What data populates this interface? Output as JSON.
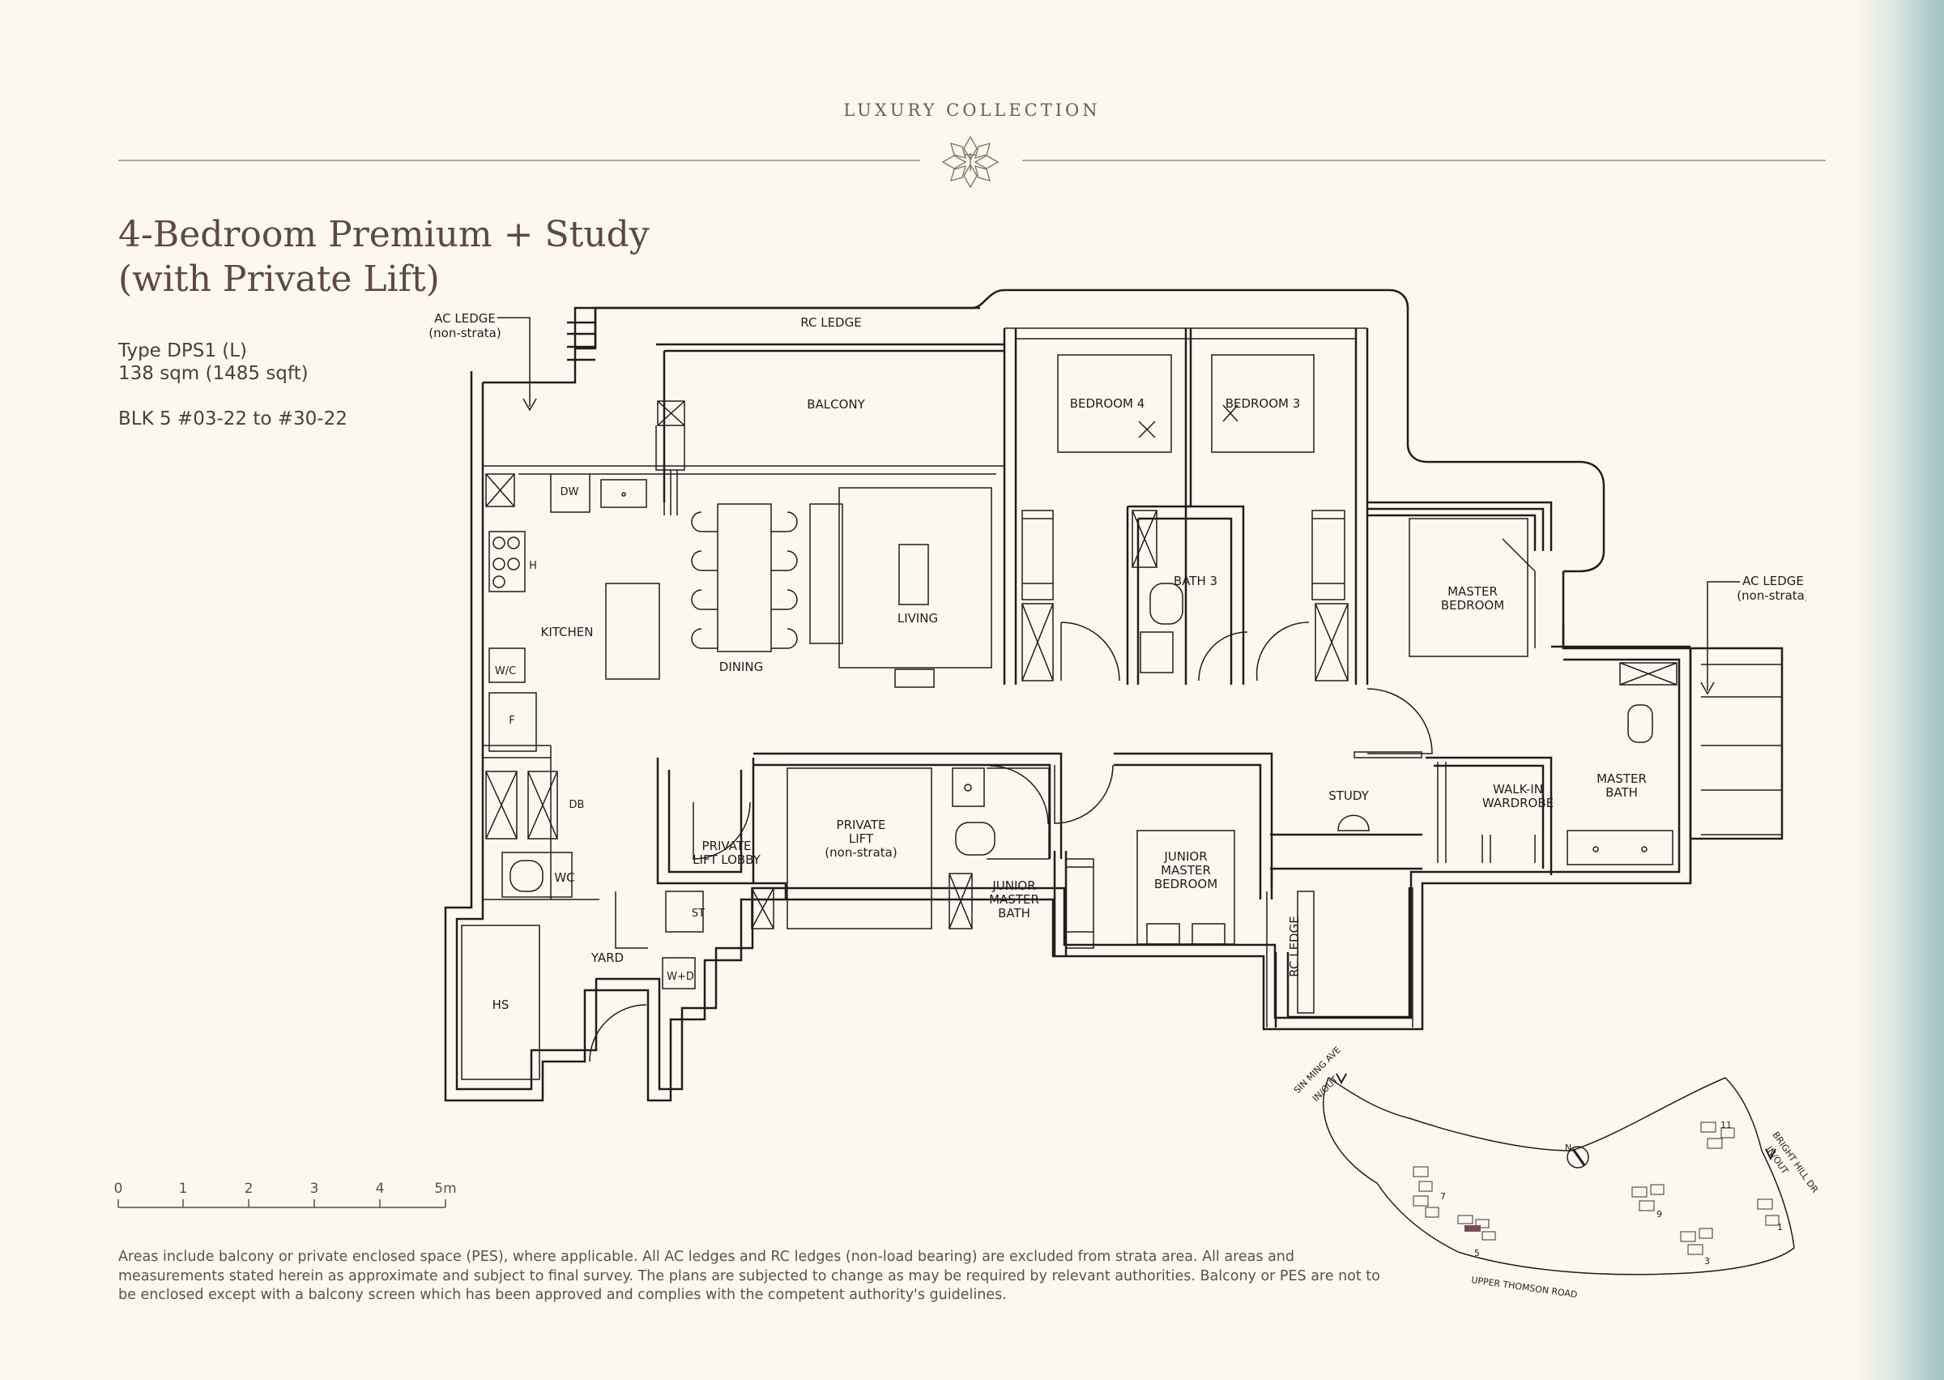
{
  "header": {
    "brand": "LUXURY COLLECTION"
  },
  "unit": {
    "title_line1": "4-Bedroom Premium + Study",
    "title_line2": "(with Private Lift)",
    "type": "Type DPS1 (L)",
    "area": "138 sqm (1485 sqft)",
    "block": "BLK 5 #03-22 to #30-22"
  },
  "rooms": {
    "ac_ledge": "AC LEDGE",
    "non_strata": "(non-strata)",
    "rc_ledge": "RC LEDGE",
    "balcony": "BALCONY",
    "bedroom4": "BEDROOM 4",
    "bedroom3": "BEDROOM 3",
    "dw": "DW",
    "h": "H",
    "kitchen": "KITCHEN",
    "wc_label": "W/C",
    "f": "F",
    "dining": "DINING",
    "living": "LIVING",
    "bath3": "BATH 3",
    "master_bedroom_1": "MASTER",
    "master_bedroom_2": "BEDROOM",
    "ac_ledge_2": "AC LEDGE",
    "non_strata_2": "(non-strata)",
    "db": "DB",
    "wc": "WC",
    "lift_lobby_1": "PRIVATE",
    "lift_lobby_2": "LIFT LOBBY",
    "lift_1": "PRIVATE",
    "lift_2": "LIFT",
    "lift_3": "(non-strata)",
    "st": "ST",
    "wd": "W+D",
    "hs": "HS",
    "yard": "YARD",
    "jmb_1": "JUNIOR",
    "jmb_2": "MASTER",
    "jmb_3": "BATH",
    "jmbed_1": "JUNIOR",
    "jmbed_2": "MASTER",
    "jmbed_3": "BEDROOM",
    "rc_ledge_2": "RC LEDGE",
    "study": "STUDY",
    "wiw_1": "WALK-IN",
    "wiw_2": "WARDROBE",
    "mbath_1": "MASTER",
    "mbath_2": "BATH"
  },
  "scale": {
    "ticks": [
      "0",
      "1",
      "2",
      "3",
      "4",
      "5m"
    ]
  },
  "site": {
    "sin_ming_1": "SIN MING AVE",
    "sin_ming_2": "IN/OUT",
    "bright_hill_1": "BRIGHT HILL DR",
    "bright_hill_2": "IN/OUT",
    "upper_thomson": "UPPER THOMSON ROAD",
    "north": "N",
    "blocks": [
      "11",
      "7",
      "9",
      "5",
      "3",
      "1"
    ]
  },
  "disclaimer": "Areas include balcony or private enclosed space (PES), where applicable. All AC ledges and RC ledges (non-load bearing) are excluded from strata area. All areas and measurements stated herein as approximate and subject to final survey. The plans are subjected to change as may be required by relevant authorities. Balcony or PES are not to be enclosed except with a balcony screen which has been approved and complies with the competent authority's guidelines."
}
